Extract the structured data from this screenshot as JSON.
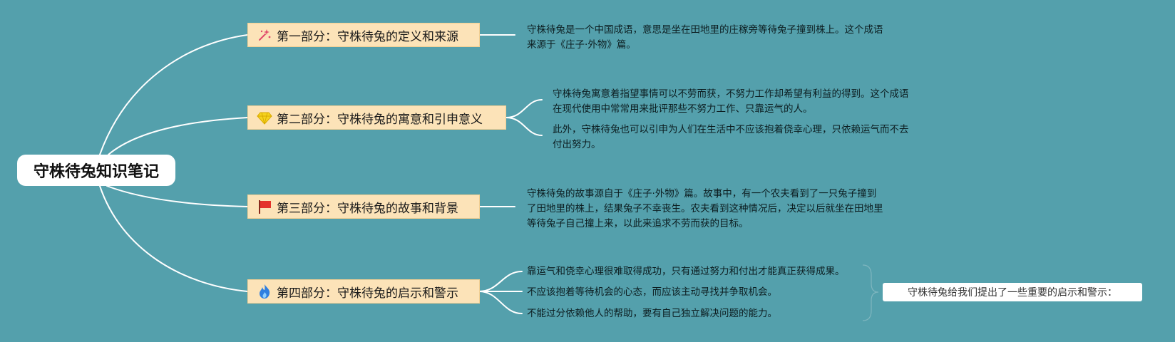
{
  "root": {
    "title": "守株待兔知识笔记"
  },
  "branches": [
    {
      "label": "第一部分：守株待兔的定义和来源",
      "icon": "sparkle-icon",
      "notes": [
        "守株待兔是一个中国成语，意思是坐在田地里的庄稼旁等待兔子撞到株上。这个成语来源于《庄子·外物》篇。"
      ]
    },
    {
      "label": "第二部分：守株待兔的寓意和引申意义",
      "icon": "gem-icon",
      "notes": [
        "守株待兔寓意着指望事情可以不劳而获，不努力工作却希望有利益的得到。这个成语在现代使用中常常用来批评那些不努力工作、只靠运气的人。",
        "此外，守株待兔也可以引申为人们在生活中不应该抱着侥幸心理，只依赖运气而不去付出努力。"
      ]
    },
    {
      "label": "第三部分：守株待兔的故事和背景",
      "icon": "flag-icon",
      "notes": [
        "守株待兔的故事源自于《庄子·外物》篇。故事中，有一个农夫看到了一只兔子撞到了田地里的株上，结果兔子不幸丧生。农夫看到这种情况后，决定以后就坐在田地里等待兔子自己撞上来，以此来追求不劳而获的目标。"
      ]
    },
    {
      "label": "第四部分：守株待兔的启示和警示",
      "icon": "fire-icon",
      "notes": [
        "靠运气和侥幸心理很难取得成功，只有通过努力和付出才能真正获得成果。",
        "不应该抱着等待机会的心态，而应该主动寻找并争取机会。",
        "不能过分依赖他人的帮助，要有自己独立解决问题的能力。"
      ],
      "summary": "守株待兔给我们提出了一些重要的启示和警示："
    }
  ],
  "colors": {
    "background": "#54a0ac",
    "branch_fill": "#fce3b8",
    "line": "#ffffff",
    "summary_bracket": "#7fb6bf"
  }
}
